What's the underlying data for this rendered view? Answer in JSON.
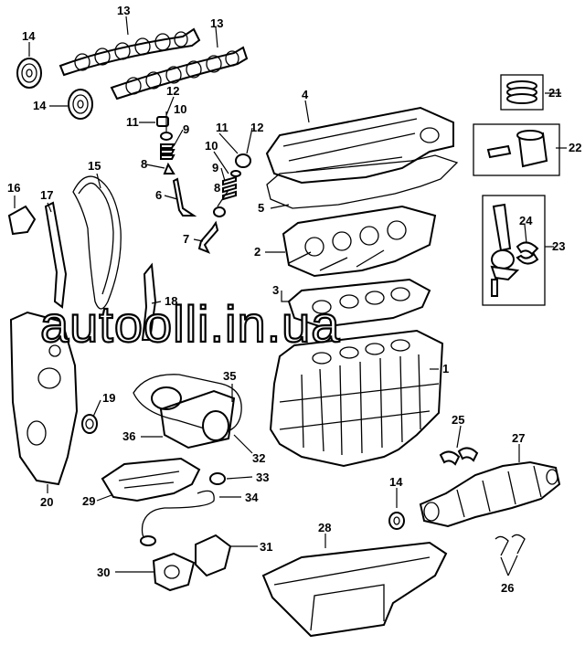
{
  "watermark": "autoolli.in.ua",
  "labels": {
    "l1": "1",
    "l2": "2",
    "l3": "3",
    "l4": "4",
    "l5": "5",
    "l6": "6",
    "l7": "7",
    "l8a": "8",
    "l8b": "8",
    "l9a": "9",
    "l9b": "9",
    "l10a": "10",
    "l10b": "10",
    "l11a": "11",
    "l11b": "11",
    "l12a": "12",
    "l12b": "12",
    "l13a": "13",
    "l13b": "13",
    "l14a": "14",
    "l14b": "14",
    "l14c": "14",
    "l15": "15",
    "l16": "16",
    "l17": "17",
    "l18": "18",
    "l19": "19",
    "l20": "20",
    "l21": "21",
    "l22": "22",
    "l23": "23",
    "l24": "24",
    "l25": "25",
    "l26": "26",
    "l27": "27",
    "l28": "28",
    "l29": "29",
    "l30": "30",
    "l31": "31",
    "l32": "32",
    "l33": "33",
    "l34": "34",
    "l35": "35",
    "l36": "36"
  }
}
